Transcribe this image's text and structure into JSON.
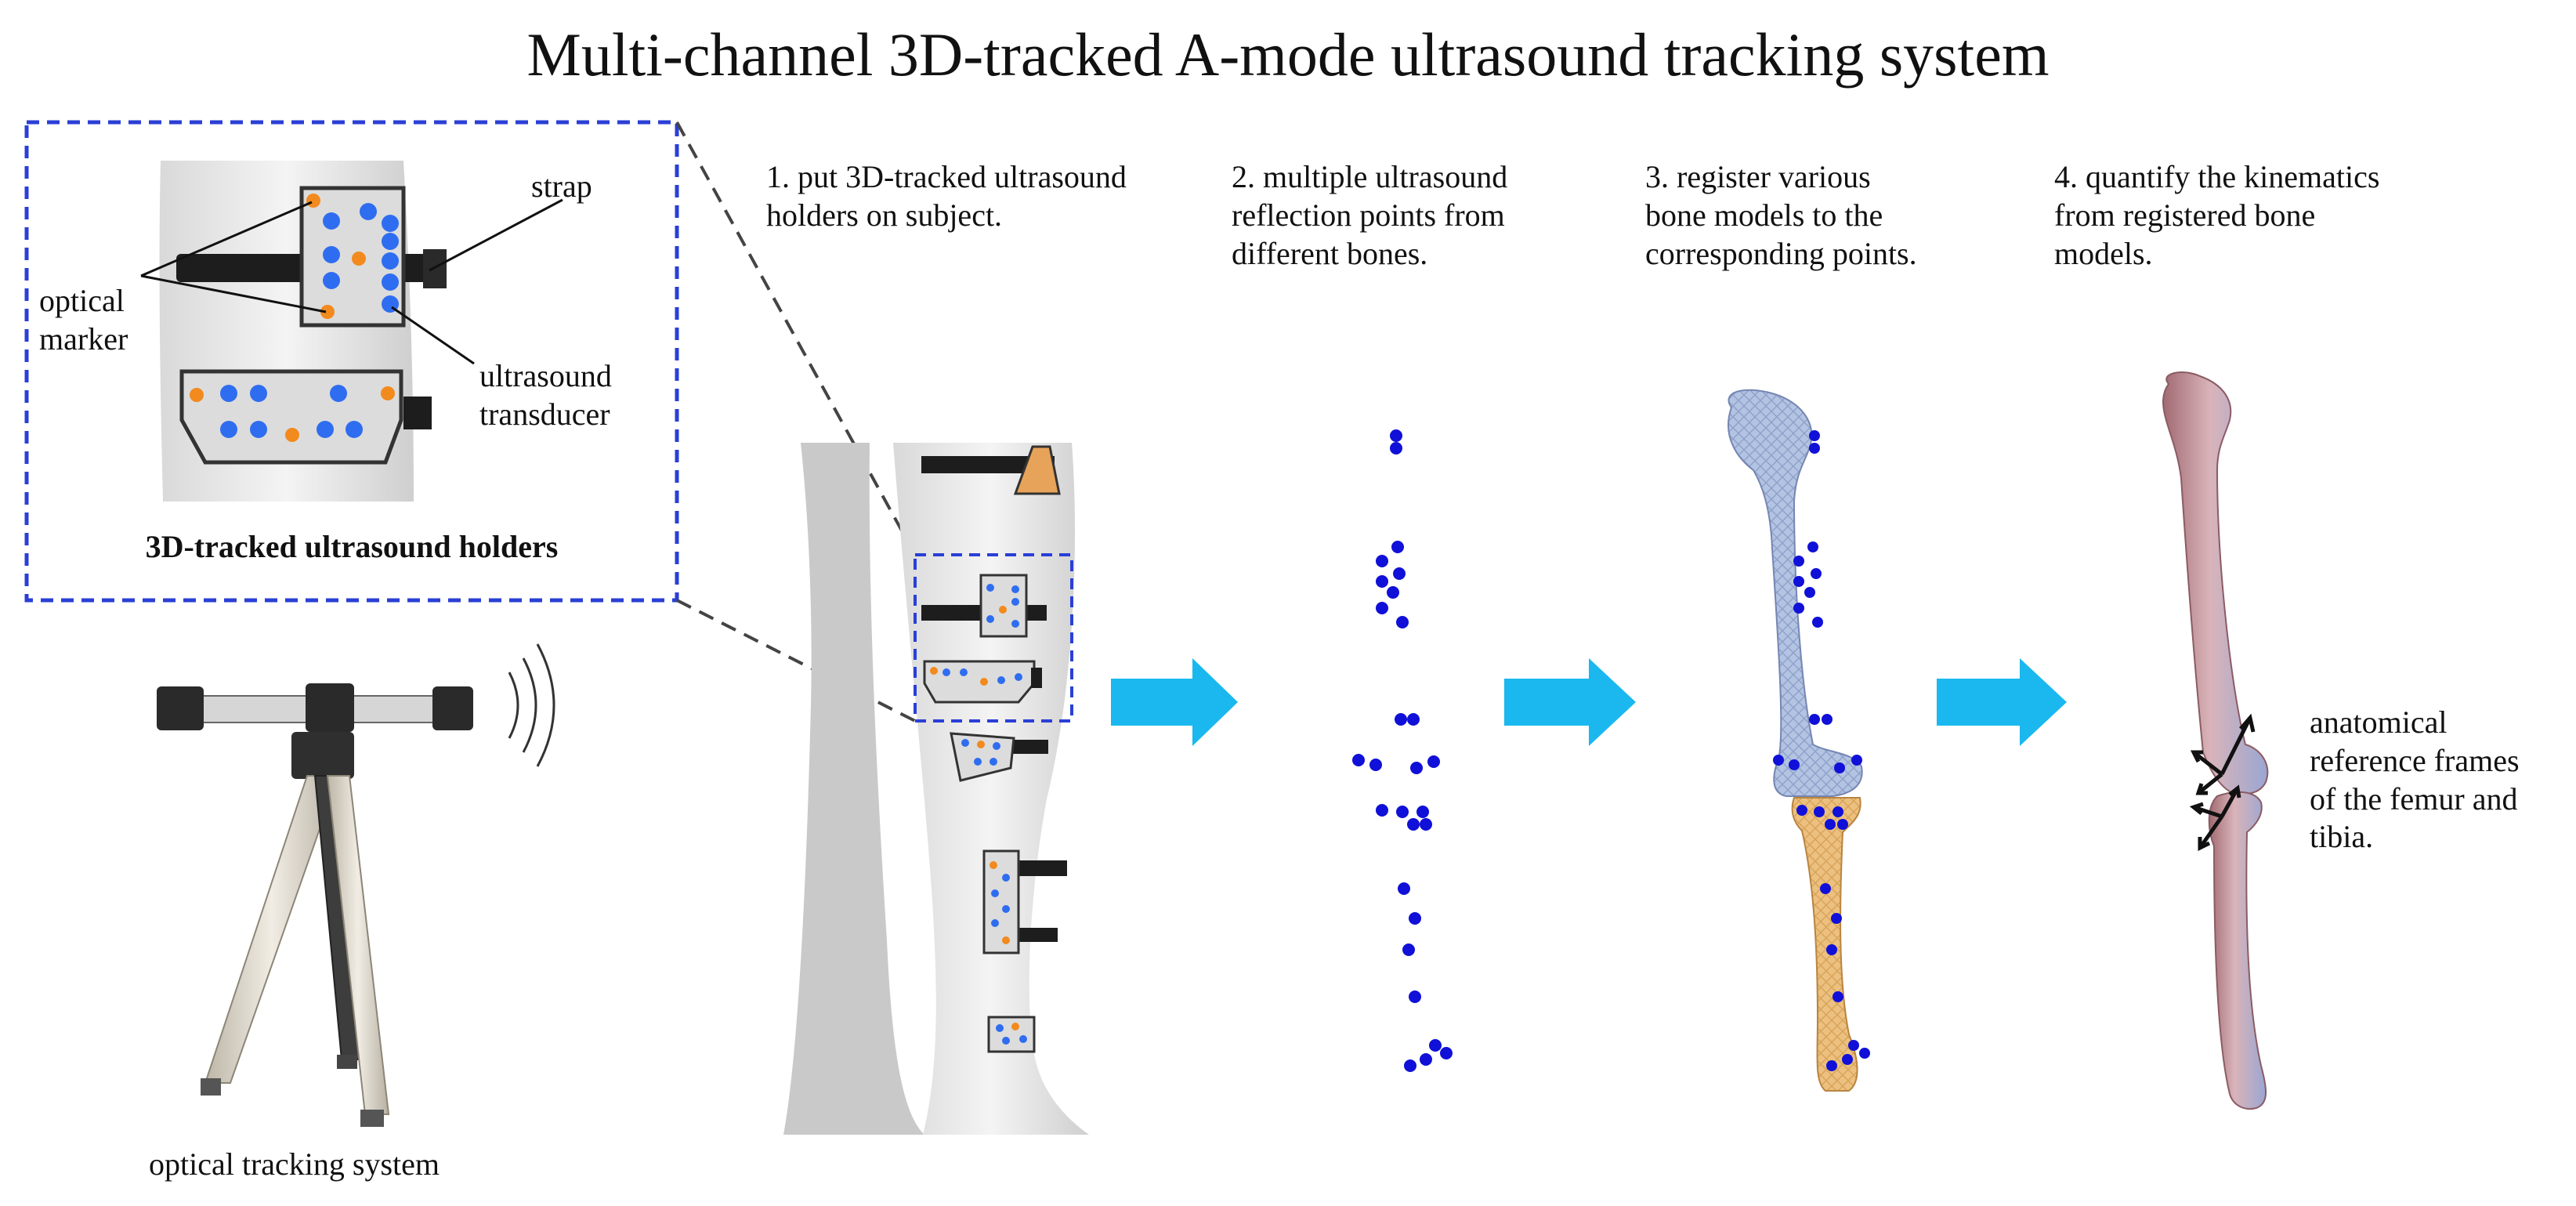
{
  "title": "Multi-channel 3D-tracked A-mode ultrasound tracking system",
  "inset": {
    "caption": "3D-tracked ultrasound holders",
    "labels": {
      "strap": "strap",
      "optical_marker": "optical\nmarker",
      "ultrasound_transducer": "ultrasound\ntransducer"
    }
  },
  "tracker_caption": "optical tracking system",
  "steps": [
    {
      "text": "1. put 3D-tracked ultrasound\nholders on subject."
    },
    {
      "text": "2. multiple ultrasound\nreflection points from\ndifferent bones."
    },
    {
      "text": "3. register various\nbone models to the\ncorresponding points."
    },
    {
      "text": "4. quantify the kinematics\nfrom registered bone\nmodels."
    }
  ],
  "frames_label": "anatomical\nreference frames\nof the femur and\ntibia.",
  "colors": {
    "dashed_box": "#2a3fd6",
    "transducer_dot": "#2f6df0",
    "marker_dot": "#f28a1e",
    "point_dot": "#1010d8",
    "arrow": "#1ab8ef",
    "femur_fill": "#aebfdf",
    "tibia_fill": "#e8b877"
  }
}
